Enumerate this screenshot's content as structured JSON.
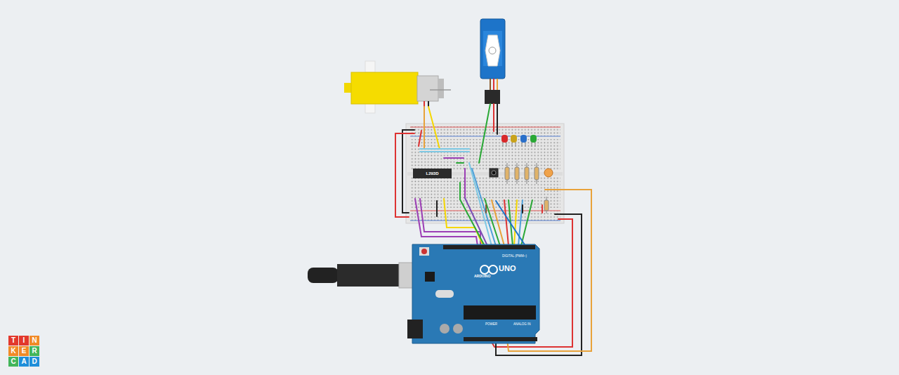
{
  "diagram": {
    "nodes": [
      {
        "text": [
          "UNO",
          "ARDUINO",
          "DIGITAL (PWM~)",
          "POWER",
          "ANALOG IN"
        ]
      },
      {
        "text": [
          "L293D"
        ]
      },
      {
        "text": [
          "T"
        ]
      },
      {
        "text": [
          "I"
        ]
      },
      {
        "text": [
          "N"
        ]
      },
      {
        "text": [
          "K"
        ]
      },
      {
        "text": [
          "E"
        ]
      },
      {
        "text": [
          "R"
        ]
      },
      {
        "text": [
          "C"
        ]
      },
      {
        "text": [
          "A"
        ]
      },
      {
        "text": [
          "D"
        ]
      }
    ]
  }
}
